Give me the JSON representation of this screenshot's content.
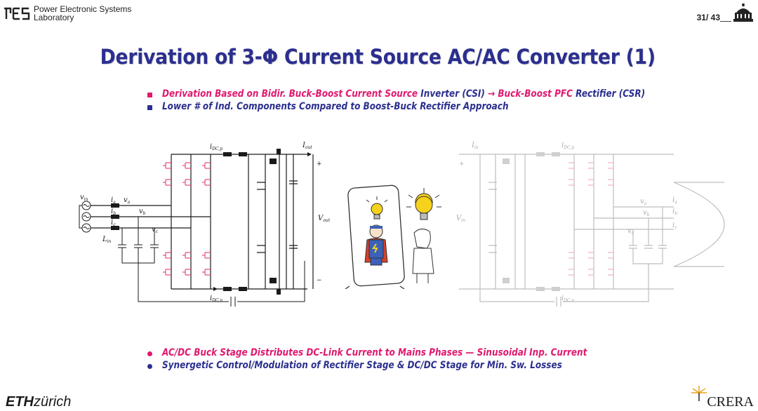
{
  "header": {
    "lab_line1": "Power Electronic Systems",
    "lab_line2": "Laboratory",
    "page_number": "31/ 43"
  },
  "title": "Derivation of 3-Φ Current Source AC/AC Converter (1)",
  "top_bullets": [
    {
      "parts": [
        {
          "text": "Derivation Based on Bidir.  Buck-Boost Current Source ",
          "color": "pink"
        },
        {
          "text": "Inverter (CSI) ",
          "color": "navy"
        },
        {
          "text": "→ ",
          "color": "pink"
        },
        {
          "text": "Buck-Boost PFC ",
          "color": "pink"
        },
        {
          "text": "Rectifier (CSR)",
          "color": "navy"
        }
      ]
    },
    {
      "parts": [
        {
          "text": "Lower # of Ind. Components Compared to Boost-Buck Rectifier Approach",
          "color": "navy"
        }
      ]
    }
  ],
  "circuit_labels": {
    "left": {
      "i_dcp": "i",
      "i_dcp_sub": "DC,p",
      "i_out": "I",
      "i_out_sub": "out",
      "v_in": "v",
      "v_in_sub": "in",
      "i_a": "i",
      "i_a_sub": "a",
      "i_b": "i",
      "i_b_sub": "b",
      "i_c": "i",
      "i_c_sub": "c",
      "v_a": "v",
      "v_a_sub": "a",
      "v_b": "v",
      "v_b_sub": "b",
      "v_c": "v",
      "v_c_sub": "c",
      "l_in": "L",
      "l_in_sub": "in",
      "v_out": "V",
      "v_out_sub": "out",
      "i_dcn": "i",
      "i_dcn_sub": "DC,n",
      "plus": "+",
      "minus": "−"
    },
    "right": {
      "i_in": "I",
      "i_in_sub": "in",
      "i_dcp": "i",
      "i_dcp_sub": "DC,p",
      "v_in": "V",
      "v_in_sub": "in",
      "v_a": "v",
      "v_a_sub": "a",
      "v_b": "v",
      "v_b_sub": "b",
      "v_c": "v",
      "v_c_sub": "c",
      "i_a": "i",
      "i_a_sub": "a",
      "i_b": "i",
      "i_b_sub": "b",
      "i_c": "i",
      "i_c_sub": "c",
      "i_dcn": "i",
      "i_dcn_sub": "DC,n",
      "plus": "+"
    }
  },
  "bottom_bullets": [
    {
      "text": "AC/DC Buck Stage Distributes DC-Link Current to Mains Phases — Sinusoidal Inp. Current",
      "color": "pink"
    },
    {
      "text": "Synergetic Control/Modulation of Rectifier Stage & DC/DC Stage for Min. Sw. Losses",
      "color": "navy"
    }
  ],
  "footer": {
    "eth_bold": "ETH",
    "eth_rest": "zürich",
    "crera": "CRERA"
  },
  "colors": {
    "navy": "#2b2f8e",
    "pink": "#e0196f",
    "circuit_dark": "#1a1a1a",
    "circuit_faded": "#bdbdbd",
    "switch_red": "#ea4f80",
    "switch_red_faded": "#f4b5c8"
  },
  "icons": [
    "pes-logo",
    "building-icon",
    "superhero-mirror-illustration",
    "lightbulb-icon",
    "eth-logo",
    "crera-logo"
  ]
}
